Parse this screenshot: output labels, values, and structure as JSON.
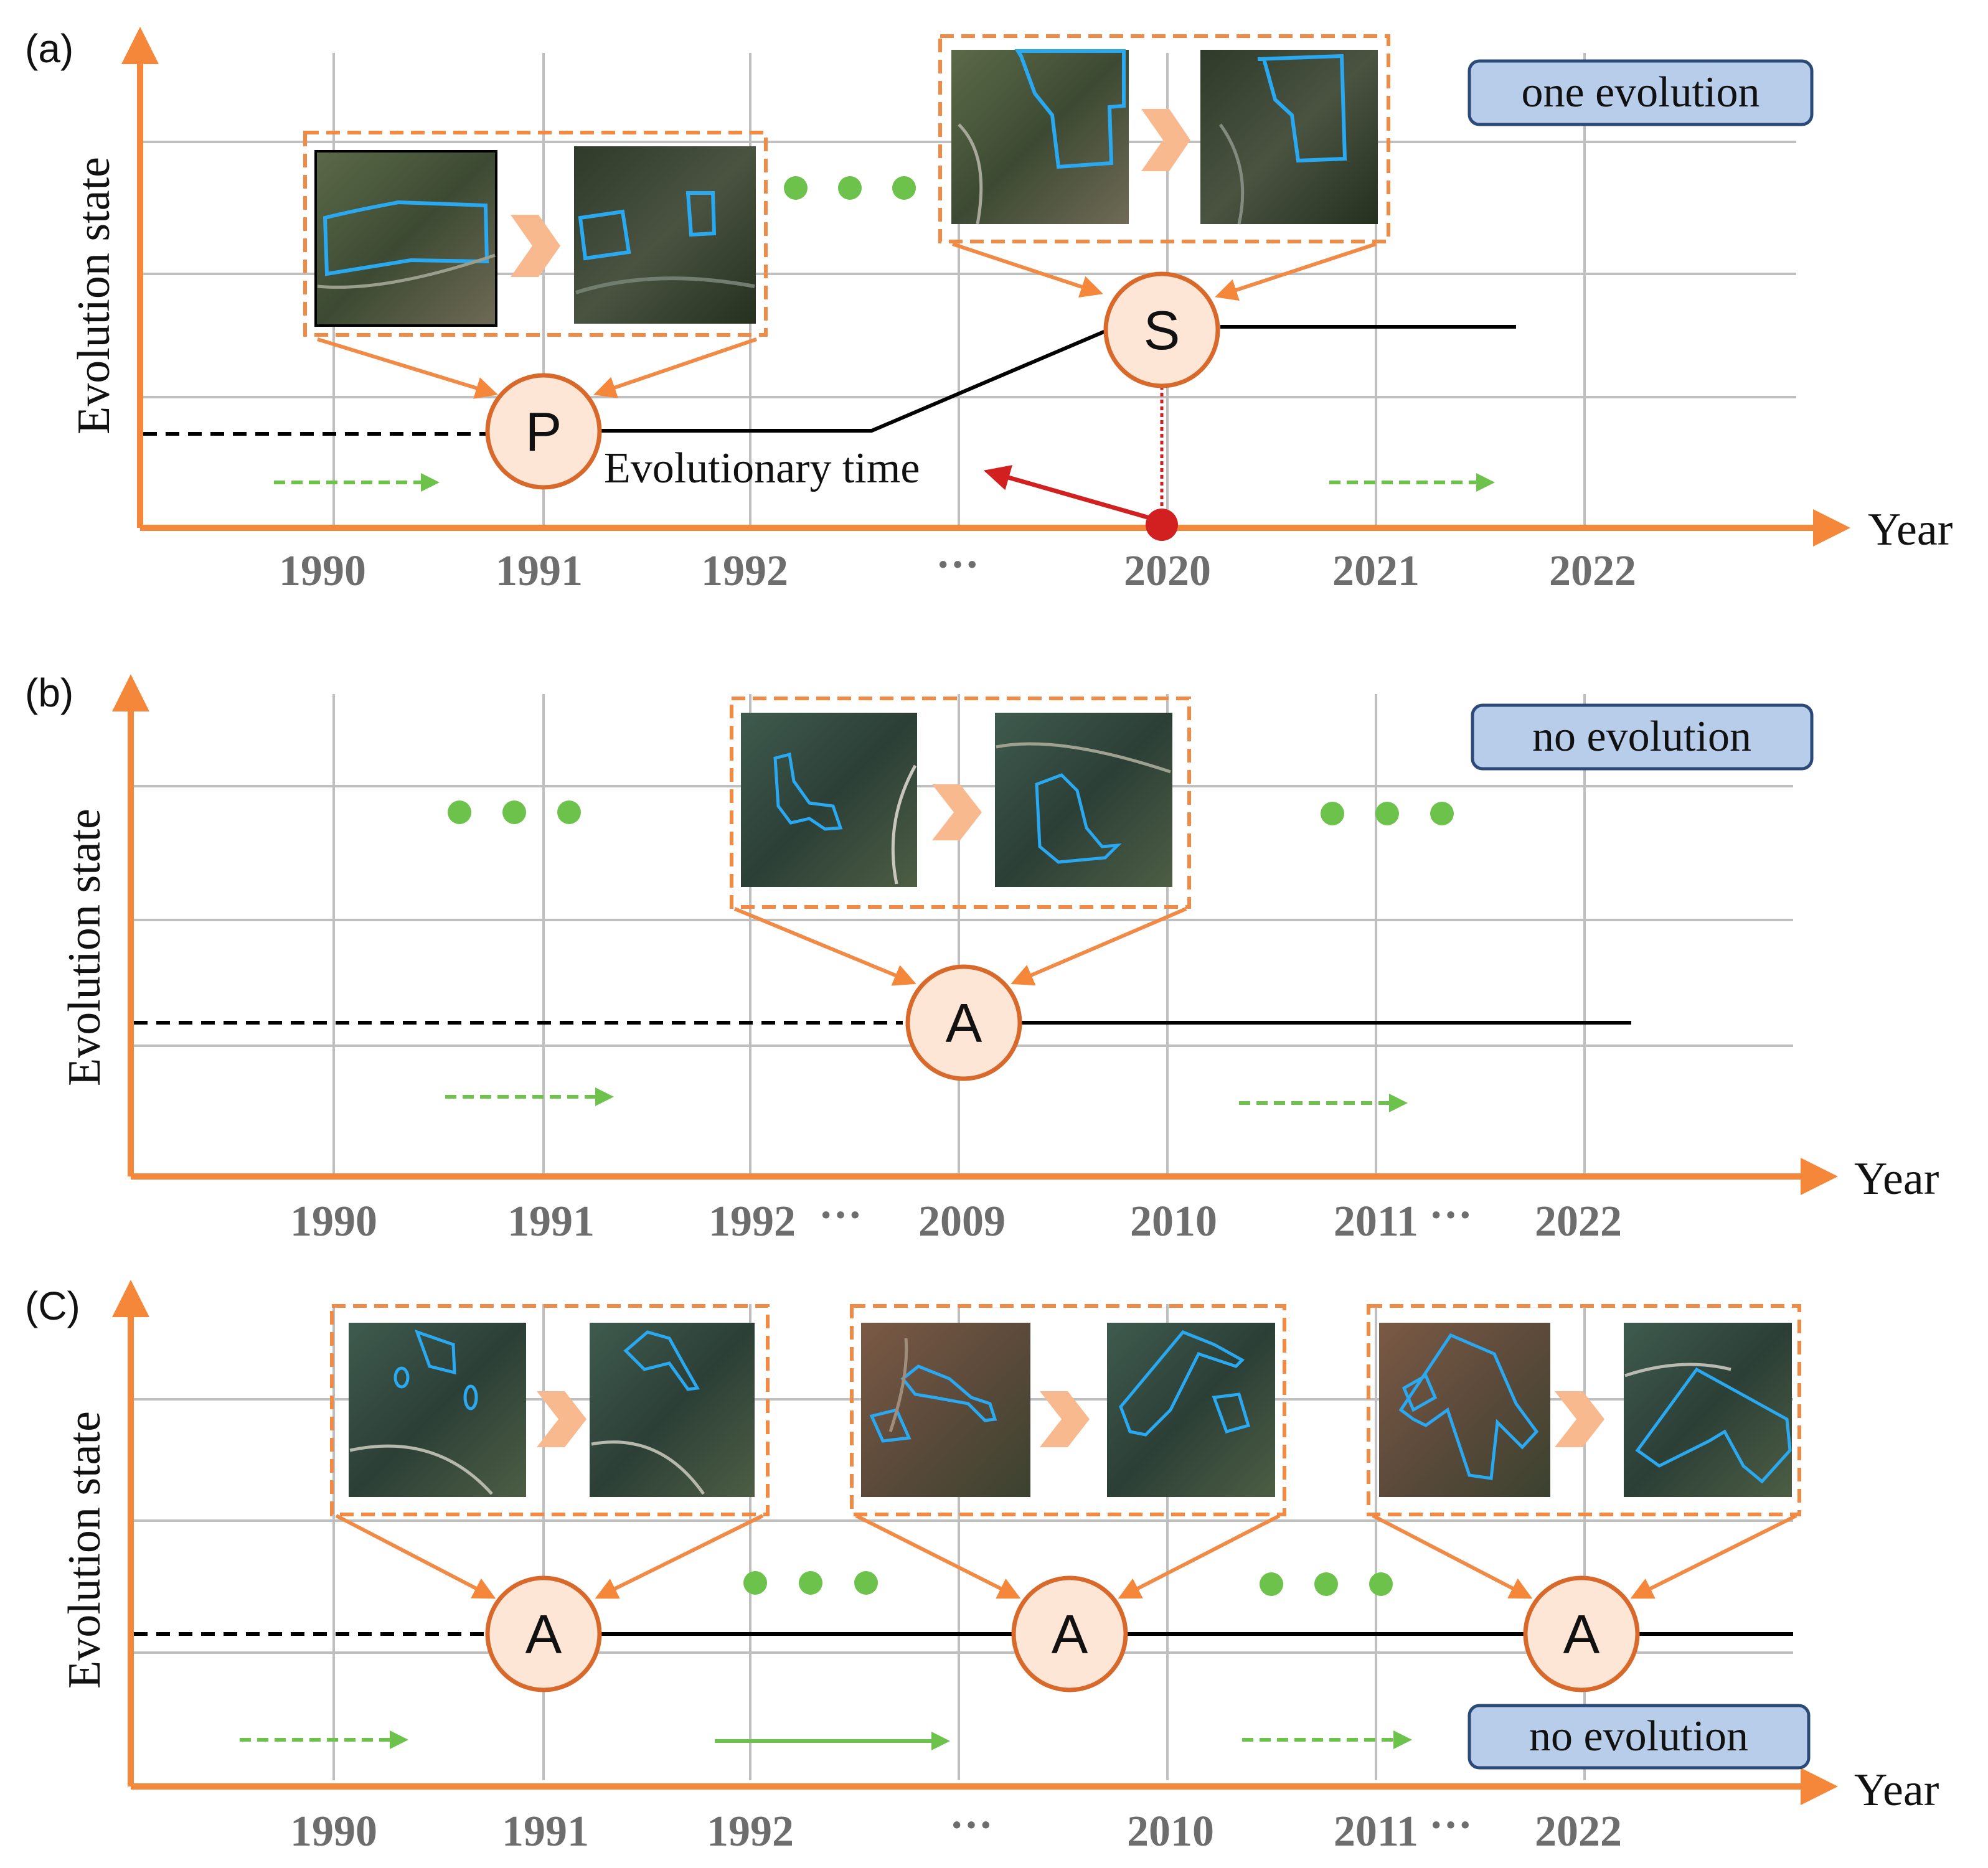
{
  "colors": {
    "axis": "#F5873A",
    "grid": "#BFBFBF",
    "node_fill": "#FDE6D6",
    "node_stroke": "#D9692A",
    "frame": "#F08A45",
    "chevron": "#F9B98F",
    "badge_fill": "#B7CDEA",
    "badge_stroke": "#2C4A78",
    "green": "#6CC24A",
    "boundary": "#2AA8F0",
    "red": "#D21F1F"
  },
  "panels": [
    {
      "label": "(a)",
      "y_axis_label": "Evolution state",
      "x_axis_label": "Year",
      "years": [
        "1990",
        "1991",
        "1992",
        "···",
        "2020",
        "2021",
        "2022"
      ],
      "badge": "one evolution",
      "nodes": [
        "P",
        "S"
      ],
      "annotation": "Evolutionary time",
      "image_icons": [
        "satellite-image-icon",
        "chevron-arrow-icon",
        "ellipsis-icon"
      ]
    },
    {
      "label": "(b)",
      "y_axis_label": "Evolution state",
      "x_axis_label": "Year",
      "years": [
        "1990",
        "1991",
        "1992",
        "···",
        "2009",
        "2010",
        "2011",
        "···",
        "2022"
      ],
      "badge": "no evolution",
      "nodes": [
        "A"
      ]
    },
    {
      "label": "(C)",
      "y_axis_label": "Evolution state",
      "x_axis_label": "Year",
      "years": [
        "1990",
        "1991",
        "1992",
        "···",
        "2010",
        "2011",
        "···",
        "2022"
      ],
      "badge": "no evolution",
      "nodes": [
        "A",
        "A",
        "A"
      ]
    }
  ]
}
